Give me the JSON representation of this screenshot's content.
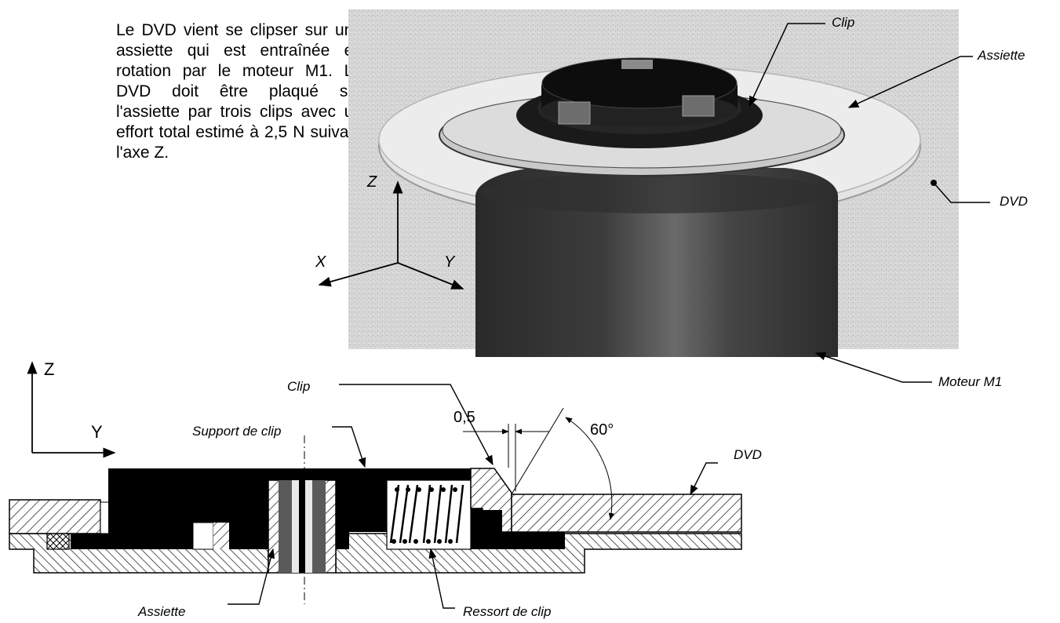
{
  "intro_text": "Le DVD vient se clipser sur une assiette qui est entraînée en rotation par le moteur M1. Le DVD doit être plaqué sur l'assiette par trois clips avec un effort total estimé à 2,5 N suivant l'axe Z.",
  "render_view": {
    "labels": {
      "clip": "Clip",
      "assiette": "Assiette",
      "dvd": "DVD",
      "moteur": "Moteur M1"
    },
    "axes": {
      "z": "Z",
      "x": "X",
      "y": "Y"
    }
  },
  "section_view": {
    "labels": {
      "clip": "Clip",
      "support": "Support de clip",
      "dvd": "DVD",
      "assiette": "Assiette",
      "ressort": "Ressort de clip"
    },
    "axes": {
      "z": "Z",
      "y": "Y"
    },
    "dimensions": {
      "gap": "0,5",
      "angle": "60°"
    }
  }
}
